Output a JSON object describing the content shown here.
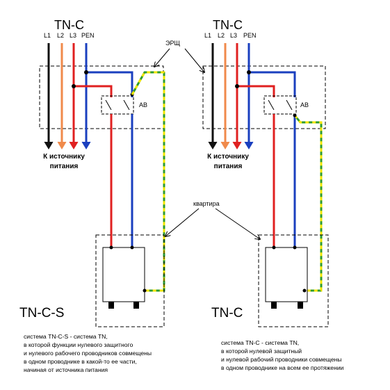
{
  "left": {
    "header": "TN-C",
    "phases": [
      "L1",
      "L2",
      "L3",
      "PEN"
    ],
    "source_label": [
      "К источнику",
      "питания"
    ],
    "breaker_label": "АВ",
    "system_label": "TN-C-S",
    "description": [
      "система TN-C-S - система TN,",
      "в которой функции нулевого защитного",
      "и нулевого рабочего проводников совмещены",
      "в одном проводнике в какой-то ее части,",
      "начиная от источника питания"
    ]
  },
  "right": {
    "header": "TN-C",
    "phases": [
      "L1",
      "L2",
      "L3",
      "PEN"
    ],
    "source_label": [
      "К источнику",
      "питания"
    ],
    "breaker_label": "АВ",
    "system_label": "TN-C",
    "description": [
      "система TN-C - система TN,",
      "в которой нулевой защитный",
      "и нулевой рабочий проводники совмещены",
      "в одном проводнике на всем ее протяжении"
    ]
  },
  "callouts": {
    "ersch": "ЭРЩ",
    "apartment": "квартира"
  },
  "colors": {
    "l1": "#111111",
    "l2": "#f08a4b",
    "l3": "#e02020",
    "pen": "#1a3fbf",
    "pe_green": "#2e9b2e",
    "pe_yellow": "#f2e600"
  }
}
